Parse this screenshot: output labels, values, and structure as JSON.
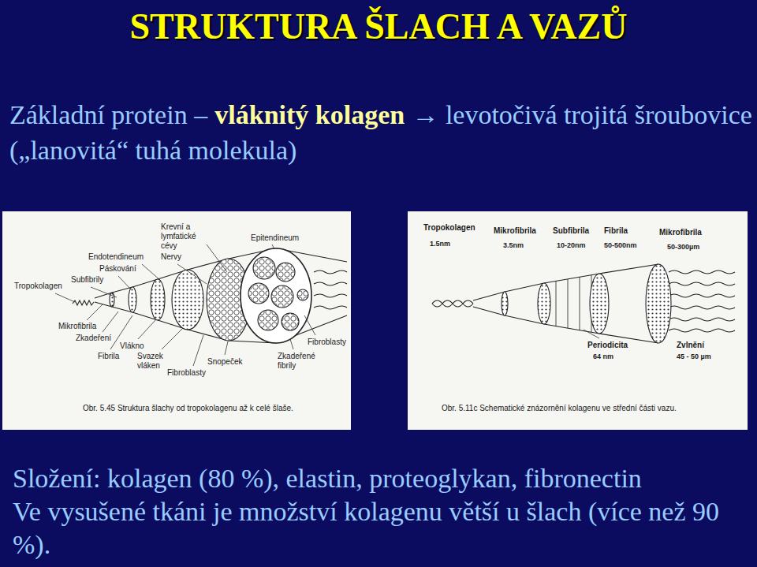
{
  "diagram": {
    "title": "STRUKTURA ŠLACH A VAZŮ",
    "labels": [
      "Základní protein –",
      "vláknitý kolagen",
      "→ levotočivá trojitá šroubovice („lanovitá“ tuhá molekula)",
      "Krevní a lymfatické cévy",
      "Nervy",
      "Epitendineum",
      "Endotendineum",
      "Páskování",
      "Subfibrily",
      "Tropokolagen",
      "Mikrofibrila",
      "Zkadeření",
      "Vlákno",
      "Fibrila",
      "Svazek vláken",
      "Fibroblasty",
      "Snopeček",
      "Zkadeřené fibrily",
      "Fibroblasty",
      "Obr. 5.45 Struktura šlachy od tropokolagenu až k celé šlaše.",
      "Tropokolagen",
      "1.5nm",
      "Mikrofibrila",
      "3.5nm",
      "Subfibrila",
      "10-20nm",
      "Fibrila",
      "50-500nm",
      "Mikrofibrila",
      "50-300µm",
      "Periodicita",
      "64 nm",
      "Zvlnění",
      "45 - 50 µm",
      "Obr. 5.11c Schematické znázornění kolagenu ve střední části vazu.",
      "Složení: kolagen (80 %), elastin, proteoglykan, fibronectin",
      "Ve vysušené tkáni je množství kolagenu větší u šlach (více než 90 %)."
    ]
  }
}
